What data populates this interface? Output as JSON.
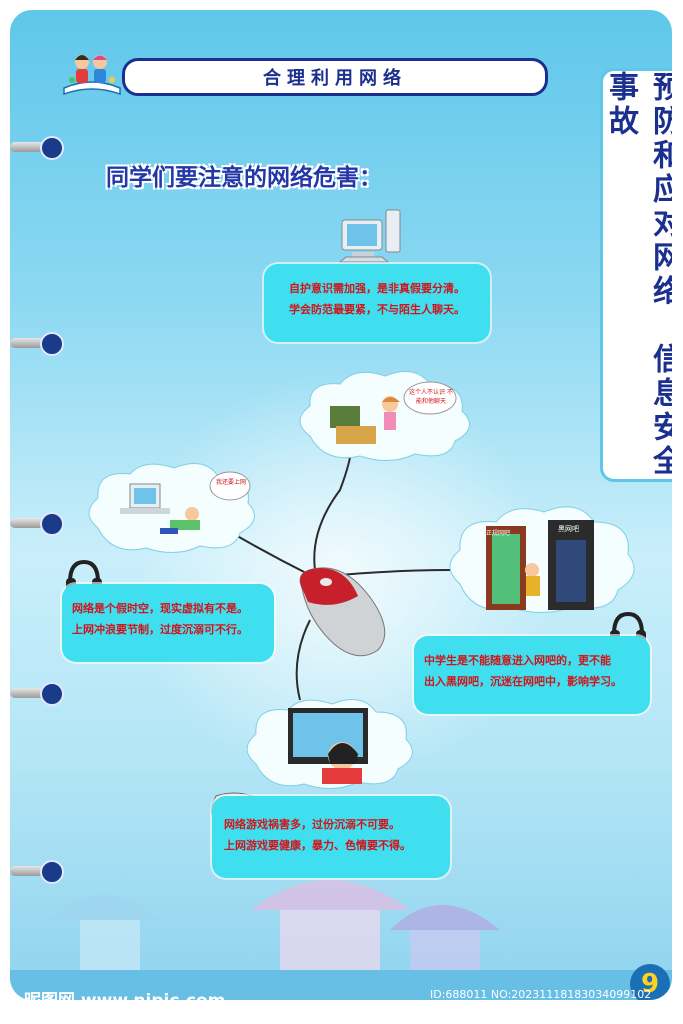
{
  "header": {
    "title": "合理利用网络"
  },
  "side_banner": {
    "text": "预防和应对网络、信息安全事故"
  },
  "heading": "同学们要注意的网络危害：",
  "cards": {
    "privacy": {
      "line1": "自护意识需加强，是非真假要分清。",
      "line2": "学会防范最要紧，不与陌生人聊天。"
    },
    "virtual": {
      "line1": "网络是个假时空，现实虚拟有不是。",
      "line2": "上网冲浪要节制，过度沉溺可不行。"
    },
    "cafe": {
      "line1": "中学生是不能随意进入网吧的，更不能",
      "line2": "出入黑网吧，沉迷在网吧中，影响学习。"
    },
    "games": {
      "line1": "网络游戏祸害多，过份沉溺不可要。",
      "line2": "上网游戏要健康，暴力、色情要不得。"
    }
  },
  "bubbles": {
    "stranger": "这个人不认识 不能和他聊天",
    "overuse": "我还要上网",
    "cafe_sign_left": "正规网吧",
    "cafe_sign_right": "黑网吧"
  },
  "watermark": {
    "site": "昵图网 www.nipic.com",
    "id": "ID:688011 NO:20231118183034099102"
  },
  "page_number": "9",
  "colors": {
    "navy": "#1b2f8f",
    "card_bg": "#3fdff0",
    "card_text": "#d2141a",
    "sky_top": "#5fc7ea"
  }
}
